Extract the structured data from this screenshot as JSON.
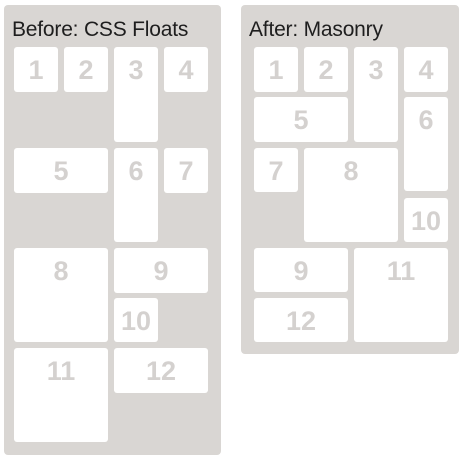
{
  "before": {
    "title": "Before: CSS Floats",
    "tiles": [
      "1",
      "2",
      "3",
      "4",
      "5",
      "6",
      "7",
      "8",
      "9",
      "10",
      "11",
      "12"
    ]
  },
  "after": {
    "title": "After: Masonry",
    "tiles": [
      "1",
      "2",
      "3",
      "4",
      "5",
      "6",
      "7",
      "8",
      "9",
      "10",
      "11",
      "12"
    ]
  },
  "colors": {
    "panel_bg": "#d9d6d3",
    "tile_bg": "#ffffff",
    "tile_text": "#d4d1cf",
    "title_text": "#1e1e1e"
  }
}
